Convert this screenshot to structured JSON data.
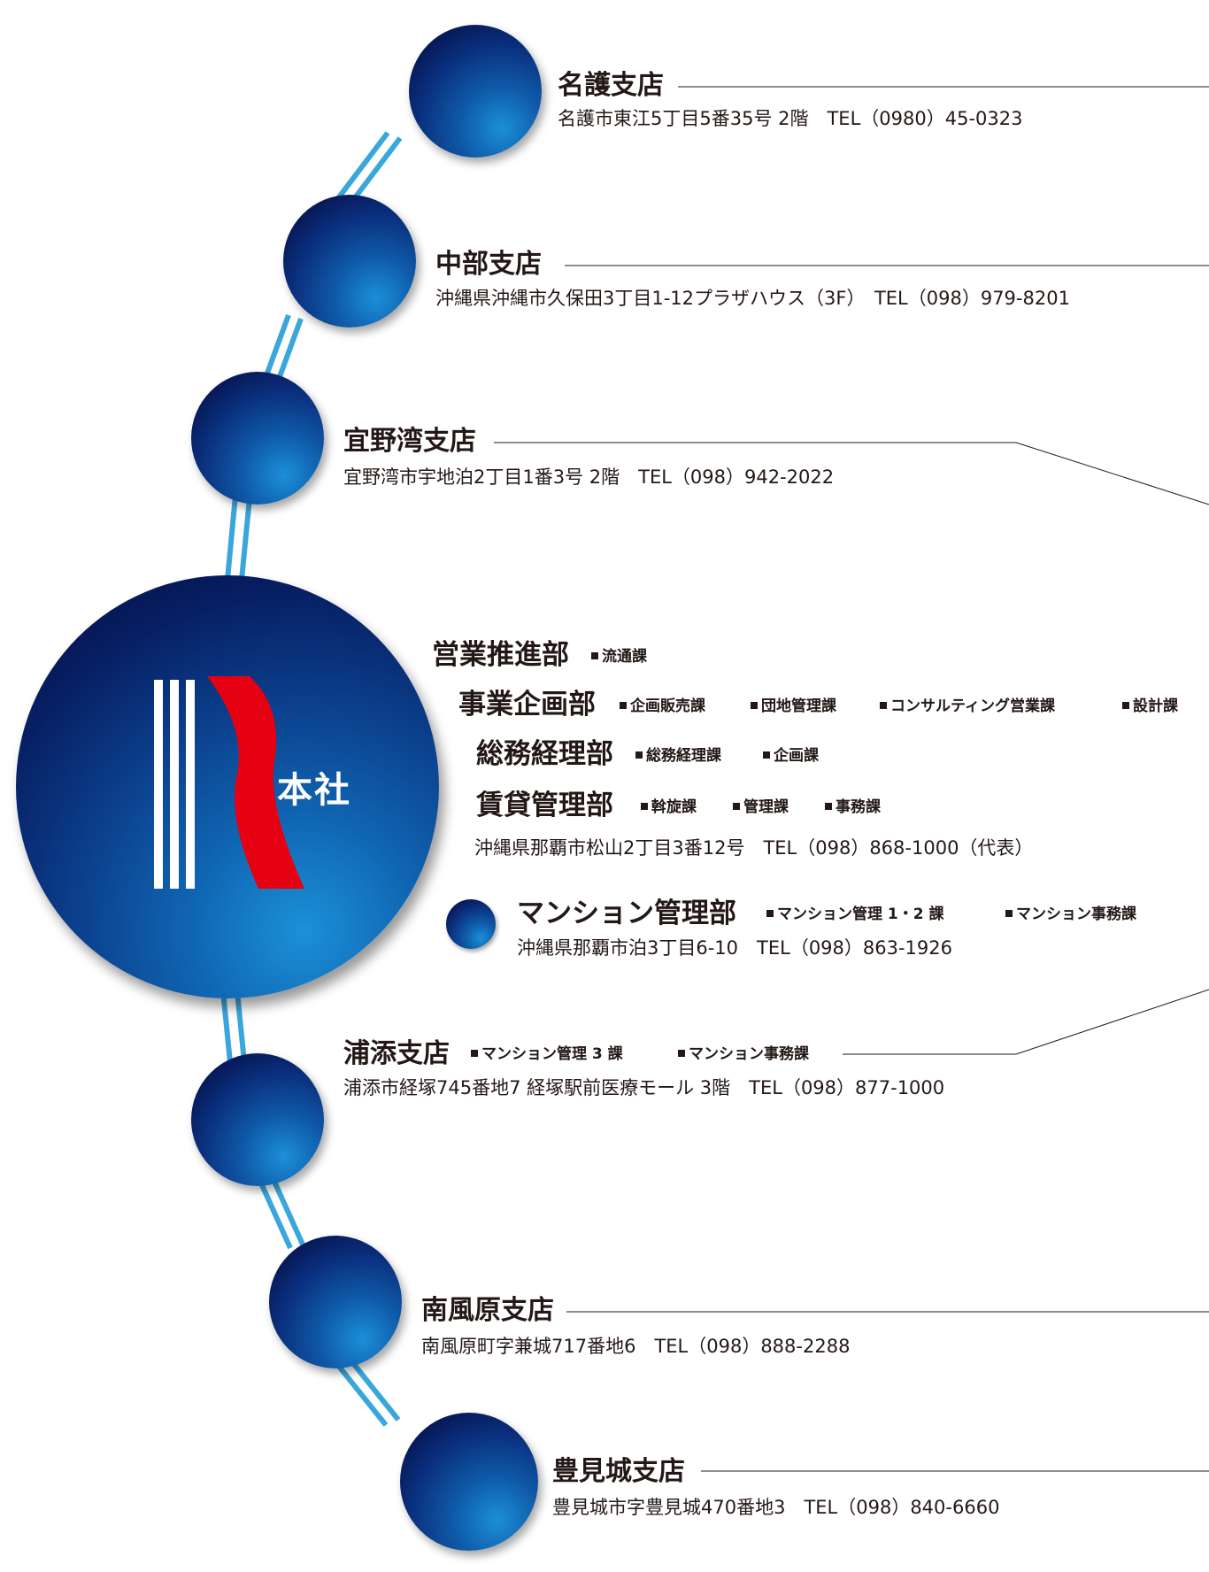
{
  "branches": [
    {
      "name": "名護支店",
      "address": "名護市東江5丁目5番35号 2階　TEL（0980）45-0323"
    },
    {
      "name": "中部支店",
      "address": "沖縄県沖縄市久保田3丁目1-12プラザハウス（3F）　TEL（098）979-8201"
    },
    {
      "name": "宜野湾支店",
      "address": "宜野湾市宇地泊2丁目1番3号 2階　TEL（098）942-2022"
    },
    {
      "name": "浦添支店",
      "sections": [
        "マンション管理 3 課",
        "マンション事務課"
      ],
      "address": "浦添市経塚745番地7 経塚駅前医療モール 3階　TEL（098）877-1000"
    },
    {
      "name": "南風原支店",
      "address": "南風原町字兼城717番地6　TEL（098）888-2288"
    },
    {
      "name": "豊見城支店",
      "address": "豊見城市字豊見城470番地3　TEL（098）840-6660"
    }
  ],
  "headquarters": {
    "label": "本社",
    "departments": [
      {
        "name": "営業推進部",
        "sections": [
          "流通課"
        ]
      },
      {
        "name": "事業企画部",
        "sections": [
          "企画販売課",
          "団地管理課",
          "コンサルティング営業課",
          "設計課"
        ]
      },
      {
        "name": "総務経理部",
        "sections": [
          "総務経理課",
          "企画課"
        ]
      },
      {
        "name": "賃貸管理部",
        "sections": [
          "斡旋課",
          "管理課",
          "事務課"
        ]
      }
    ],
    "address": "沖縄県那覇市松山2丁目3番12号　TEL（098）868-1000（代表）",
    "logo_colors": {
      "bars": "#ffffff",
      "ribbon": "#e50012"
    }
  },
  "mansion_dept": {
    "name": "マンション管理部",
    "sections": [
      "マンション管理 1・2 課",
      "マンション事務課"
    ],
    "address": "沖縄県那覇市泊3丁目6-10　TEL（098）863-1926"
  },
  "colors": {
    "connector": "#3aa7dc",
    "node_dark": "#050c3c",
    "node_light": "#1c8fd8",
    "text": "#231815"
  }
}
